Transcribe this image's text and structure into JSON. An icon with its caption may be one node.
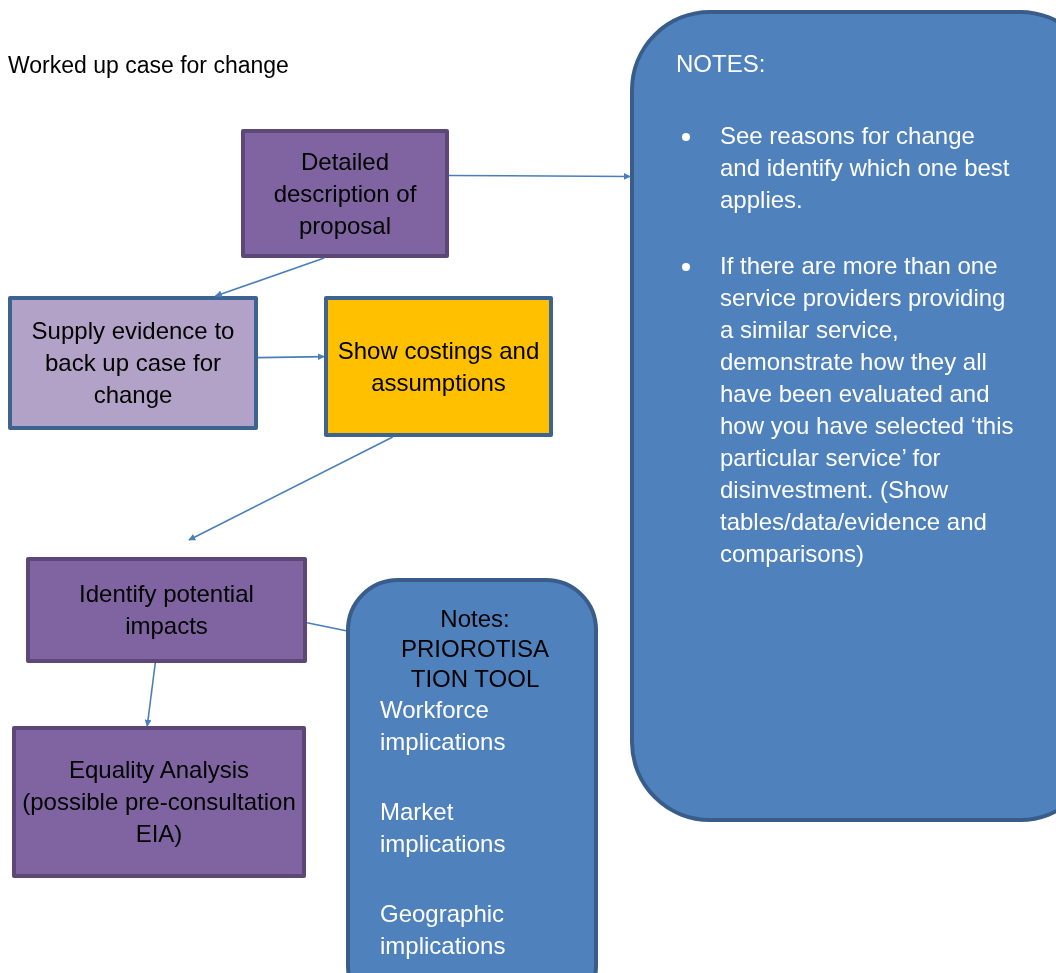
{
  "diagram": {
    "title": "Worked up case for change",
    "nodes": [
      {
        "text": [
          "Detailed description of proposal"
        ]
      },
      {
        "text": [
          "Supply evidence to back up case for change"
        ]
      },
      {
        "text": [
          "Show costings and assumptions"
        ]
      },
      {
        "text": [
          "Identify potential impacts"
        ]
      },
      {
        "text": [
          "Equality Analysis (possible pre-consultation EIA)"
        ]
      },
      {
        "text": [
          "NOTES:",
          "See reasons for change and identify which one best applies.",
          "If there are more than one service providers providing a similar service, demonstrate how they all have been evaluated and how you have selected ‘this particular service’ for disinvestment. (Show tables/data/evidence and comparisons)"
        ]
      },
      {
        "text": [
          "Notes: PRIOROTISA TION TOOL",
          "Workforce implications",
          "Market implications",
          "Geographic implications"
        ]
      }
    ],
    "edges": [
      {
        "from": 0,
        "to": 5,
        "arrow": "to"
      },
      {
        "from": 0,
        "to": 1,
        "arrow": "to"
      },
      {
        "from": 1,
        "to": 2,
        "arrow": "to"
      },
      {
        "from": 2,
        "to": 3,
        "arrow": "to"
      },
      {
        "from": 3,
        "to": 6,
        "arrow": "none"
      },
      {
        "from": 3,
        "to": 4,
        "arrow": "to"
      }
    ]
  }
}
